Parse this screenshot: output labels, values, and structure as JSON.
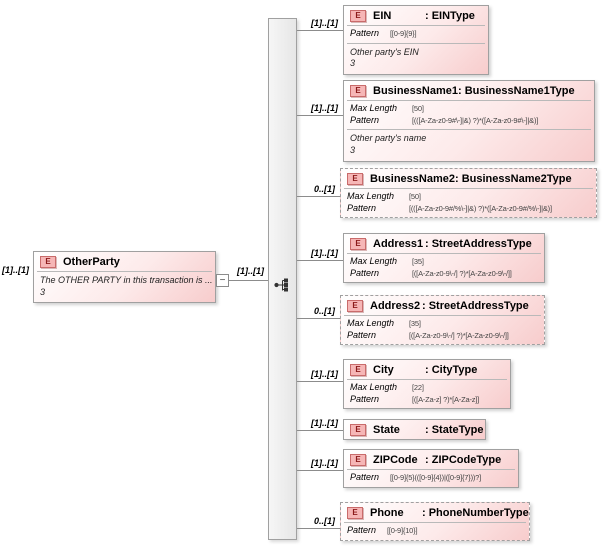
{
  "diagram": {
    "icon_letter": "E",
    "root": {
      "cardinality": "[1]..[1]",
      "name": "OtherParty",
      "annotation": "The OTHER PARTY in this transaction is ...",
      "annotation_line2": "3",
      "toggle_glyph": "−",
      "child_cardinality": "[1]..[1]"
    },
    "children": [
      {
        "name": "EIN",
        "type_label": ": EINType",
        "cardinality": "[1]..[1]",
        "facets": [
          {
            "label": "Pattern",
            "value": "[[0-9]{9}]"
          }
        ],
        "annotation": [
          "Other party's EIN",
          "3"
        ]
      },
      {
        "name": "BusinessName1",
        "type_label": ": BusinessName1Type",
        "cardinality": "[1]..[1]",
        "facets": [
          {
            "label": "Max Length",
            "value": "[50]"
          },
          {
            "label": "Pattern",
            "value": "[(([A-Za-z0-9#\\-]|&) ?)*([A-Za-z0-9#\\-]|&)]"
          }
        ],
        "annotation": [
          "Other party's name",
          "3"
        ]
      },
      {
        "name": "BusinessName2",
        "type_label": ": BusinessName2Type",
        "cardinality": "0..[1]",
        "facets": [
          {
            "label": "Max Length",
            "value": "[50]"
          },
          {
            "label": "Pattern",
            "value": "[(([A-Za-z0-9#/%\\-]|&) ?)*([A-Za-z0-9#/%\\-]|&)]"
          }
        ]
      },
      {
        "name": "Address1",
        "type_label": ": StreetAddressType",
        "cardinality": "[1]..[1]",
        "facets": [
          {
            "label": "Max Length",
            "value": "[35]"
          },
          {
            "label": "Pattern",
            "value": "[([A-Za-z0-9\\-/] ?)*[A-Za-z0-9\\-/]]"
          }
        ]
      },
      {
        "name": "Address2",
        "type_label": ": StreetAddressType",
        "cardinality": "0..[1]",
        "facets": [
          {
            "label": "Max Length",
            "value": "[35]"
          },
          {
            "label": "Pattern",
            "value": "[([A-Za-z0-9\\-/] ?)*[A-Za-z0-9\\-/]]"
          }
        ]
      },
      {
        "name": "City",
        "type_label": ": CityType",
        "cardinality": "[1]..[1]",
        "facets": [
          {
            "label": "Max Length",
            "value": "[22]"
          },
          {
            "label": "Pattern",
            "value": "[([A-Za-z] ?)*[A-Za-z]]"
          }
        ]
      },
      {
        "name": "State",
        "type_label": ": StateType",
        "cardinality": "[1]..[1]",
        "facets": []
      },
      {
        "name": "ZIPCode",
        "type_label": ": ZIPCodeType",
        "cardinality": "[1]..[1]",
        "facets": [
          {
            "label": "Pattern",
            "value": "[[0-9]{5}(([0-9]{4})|([0-9]{7}))?]"
          }
        ]
      },
      {
        "name": "Phone",
        "type_label": ": PhoneNumberType",
        "cardinality": "0..[1]",
        "facets": [
          {
            "label": "Pattern",
            "value": "[[0-9]{10}]"
          }
        ]
      }
    ],
    "colors": {
      "box_border": "#a0a0a0",
      "box_gradient_start": "#ffffff",
      "box_gradient_end": "#f7cccc",
      "icon_bg": "#f6b6b6",
      "icon_border": "#c96b6b",
      "icon_text": "#8b1a1a",
      "connector_line": "#8c8c8c",
      "bar_fill": "#ededed"
    }
  }
}
